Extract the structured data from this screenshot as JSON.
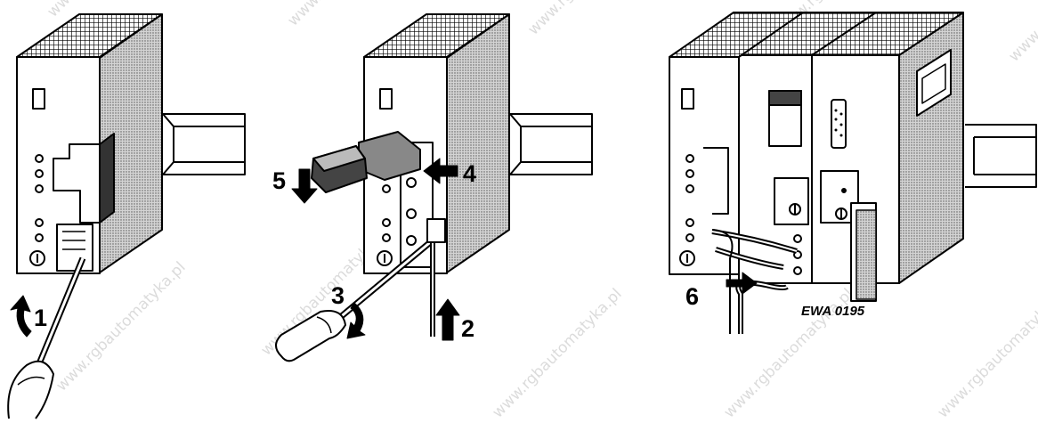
{
  "watermark": "www.rgbautomatyka.pl",
  "steps": [
    {
      "label": "1"
    },
    {
      "label": "2"
    },
    {
      "label": "3"
    },
    {
      "label": "4"
    },
    {
      "label": "5"
    },
    {
      "label": "6"
    }
  ],
  "figure_code": "EWA 0195"
}
